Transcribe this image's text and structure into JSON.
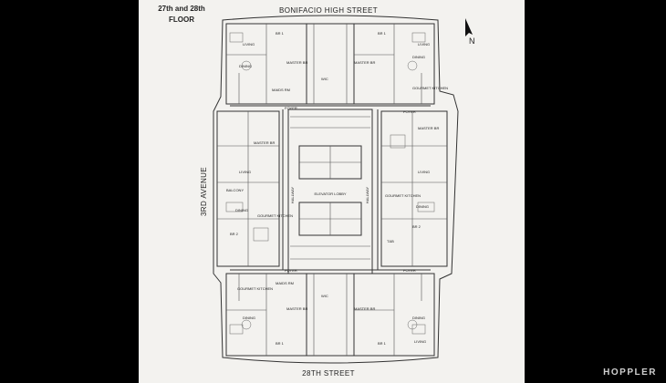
{
  "title": "27th and 28th",
  "title_line2": "FLOOR",
  "streets": {
    "north": "BONIFACIO HIGH STREET",
    "south": "28TH STREET",
    "west": "3RD AVENUE"
  },
  "compass": "N",
  "core": {
    "lobby": "ELEVATOR LOBBY",
    "hallway": "HALLWAY"
  },
  "room_labels": {
    "living": "LIVING",
    "dining": "DINING",
    "br1": "BR 1",
    "br2": "BR 2",
    "master_br": "MASTER BR",
    "tb": "T&B",
    "wic": "WIC",
    "maids": "MAIDS RM",
    "kitchen": "GOURMET KITCHEN",
    "foyer": "FOYER",
    "balcony": "BALCONY"
  },
  "watermark": "HOPPLER",
  "colors": {
    "ink": "#333333",
    "paper": "#f3f2ef",
    "frame": "#000000"
  }
}
